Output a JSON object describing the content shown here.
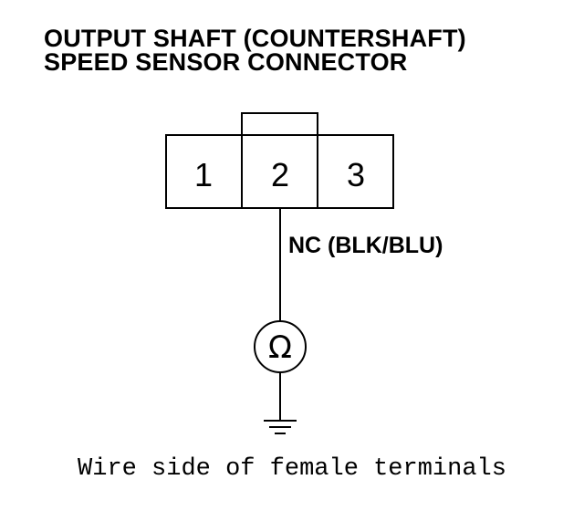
{
  "title": {
    "line1": "OUTPUT SHAFT (COUNTERSHAFT)",
    "line2": "SPEED SENSOR CONNECTOR"
  },
  "connector": {
    "terminals": [
      "1",
      "2",
      "3"
    ]
  },
  "wire": {
    "label": "NC (BLK/BLU)"
  },
  "meter": {
    "symbol": "Ω",
    "icon": "ohmmeter-icon"
  },
  "ground": {
    "icon": "ground-icon"
  },
  "caption": "Wire side of female terminals",
  "colors": {
    "line": "#000000",
    "background": "#ffffff"
  }
}
